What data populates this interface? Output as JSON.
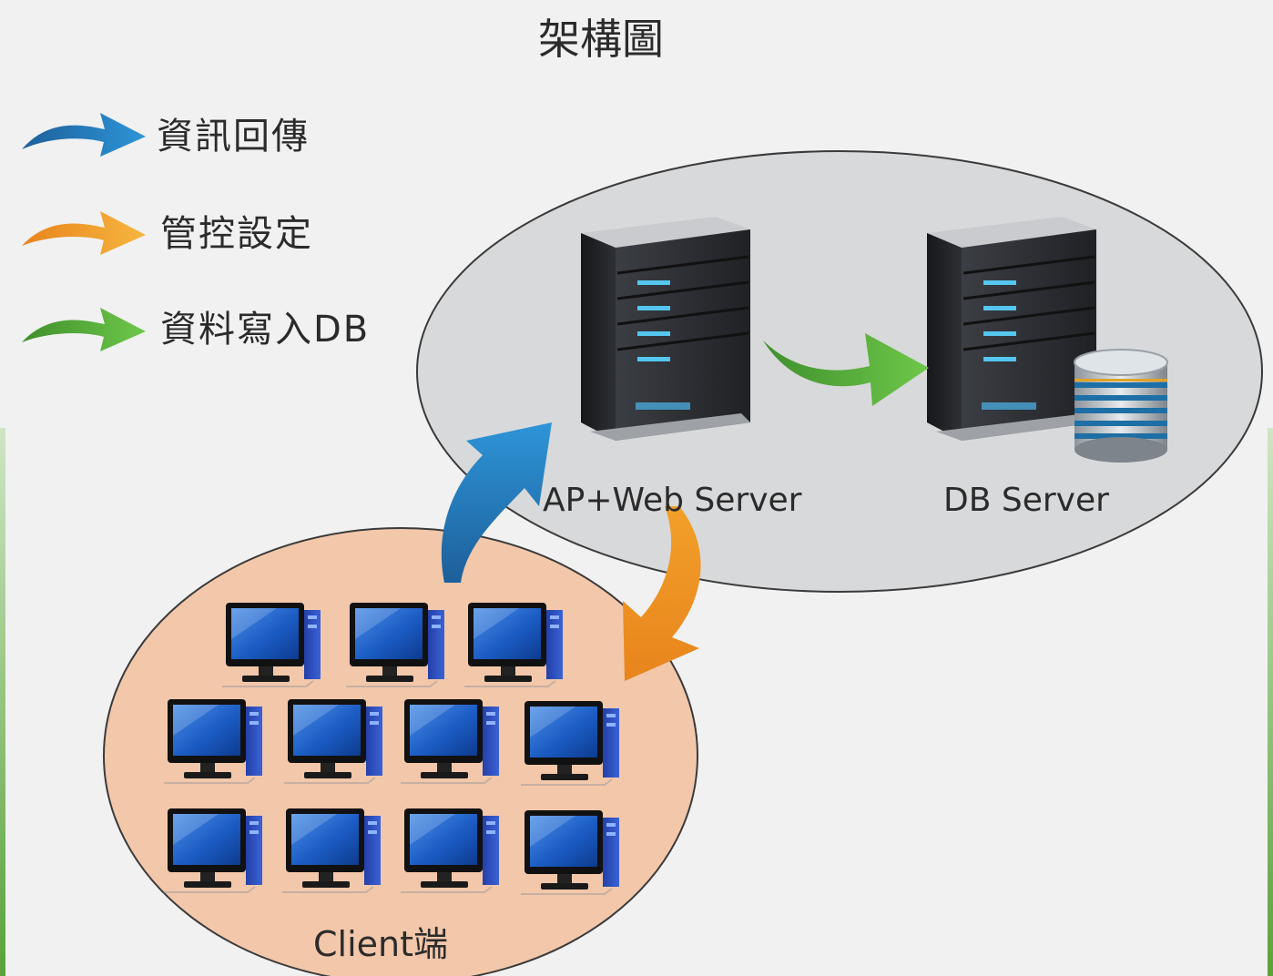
{
  "title": "架構圖",
  "legend": [
    {
      "label": "資訊回傳",
      "color": "#2a82c9"
    },
    {
      "label": "管控設定",
      "color": "#f0951c"
    },
    {
      "label": "資料寫入DB",
      "color": "#5ab83c"
    }
  ],
  "nodes": {
    "ap_server": "AP+Web Server",
    "db_server": "DB Server",
    "client": "Client端"
  },
  "colors": {
    "background": "#f1f1f1",
    "server_zone": "#d8d9db",
    "client_zone": "#f3c7aa",
    "monitor_screen": "#1d62c8",
    "server_body": "#2a2c30",
    "server_led": "#55c6ef"
  }
}
